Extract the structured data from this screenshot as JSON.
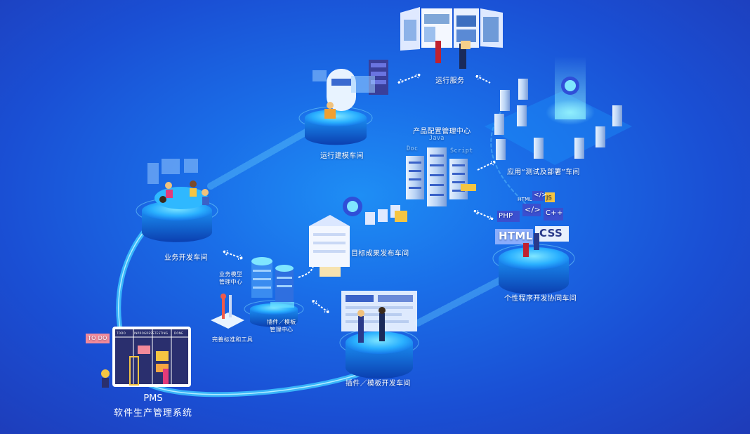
{
  "nodes": {
    "run_service": "运行服务",
    "run_modeling": "运行建模车间",
    "config_center": "产品配置管理中心",
    "test_deploy": "应用“测试及部署”车间",
    "business_dev": "业务开发车间",
    "target_release": "目标成果发布车间",
    "custom_dev": "个性程序开发协同车间",
    "biz_model_center": "业务模型\n管理中心",
    "plugin_center": "插件／模板\n管理中心",
    "tools": "完善标准和工具",
    "plugin_dev": "插件／模板开发车间"
  },
  "code_labels": {
    "doc": "Doc",
    "java": "Java",
    "script": "Script"
  },
  "tech_tags": [
    "HTML",
    "JS",
    "</>",
    "PHP",
    "C++",
    "</>",
    "HTML",
    "CSS"
  ],
  "kanban": {
    "columns": [
      "TODO",
      "INPROGRESS",
      "TESTING",
      "DONE"
    ],
    "sticky": "TO DO"
  },
  "pms": {
    "title": "PMS",
    "subtitle": "软件生产管理系统"
  },
  "colors": {
    "bg_center": "#1e8ef5",
    "bg_edge": "#1e3bb8",
    "platform": "#3ab8ff",
    "accent": "#6fe3ff"
  }
}
